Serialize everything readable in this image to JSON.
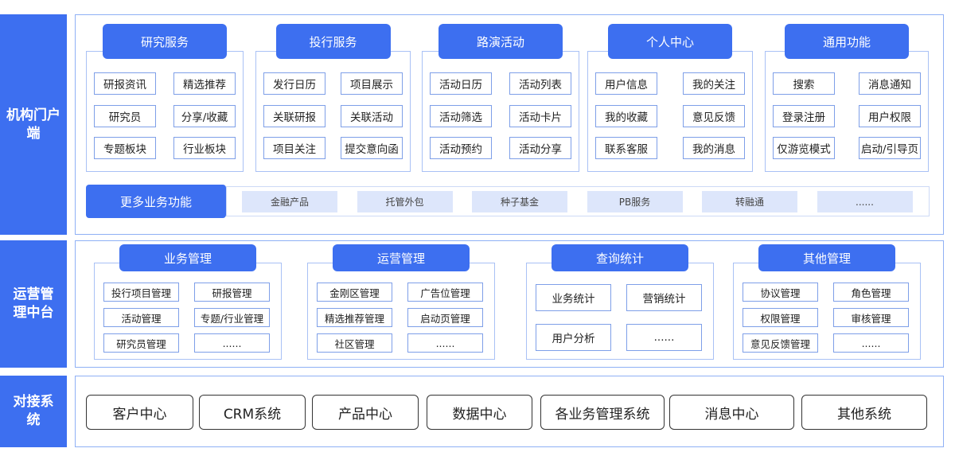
{
  "layers": {
    "portal": "机构门户\n端",
    "ops": "运营管\n理中台",
    "dock": "对接系\n统"
  },
  "portal": {
    "groups": [
      {
        "title": "研究服务",
        "items": [
          "研报资讯",
          "精选推荐",
          "研究员",
          "分享/收藏",
          "专题板块",
          "行业板块"
        ]
      },
      {
        "title": "投行服务",
        "items": [
          "发行日历",
          "项目展示",
          "关联研报",
          "关联活动",
          "项目关注",
          "提交意向函"
        ]
      },
      {
        "title": "路演活动",
        "items": [
          "活动日历",
          "活动列表",
          "活动筛选",
          "活动卡片",
          "活动预约",
          "活动分享"
        ]
      },
      {
        "title": "个人中心",
        "items": [
          "用户信息",
          "我的关注",
          "我的收藏",
          "意见反馈",
          "联系客服",
          "我的消息"
        ]
      },
      {
        "title": "通用功能",
        "items": [
          "搜索",
          "消息通知",
          "登录注册",
          "用户权限",
          "仅游览模式",
          "启动/引导页"
        ]
      }
    ],
    "more": {
      "label": "更多业务功能",
      "items": [
        "金融产品",
        "托管外包",
        "种子基金",
        "PB服务",
        "转融通",
        "......"
      ]
    }
  },
  "ops": {
    "groups": [
      {
        "title": "业务管理",
        "items": [
          "投行项目管理",
          "研报管理",
          "活动管理",
          "专题/行业管理",
          "研究员管理",
          "......"
        ]
      },
      {
        "title": "运营管理",
        "items": [
          "金刚区管理",
          "广告位管理",
          "精选推荐管理",
          "启动页管理",
          "社区管理",
          "......"
        ]
      },
      {
        "title": "查询统计",
        "items": [
          "业务统计",
          "营销统计",
          "用户分析",
          "......"
        ]
      },
      {
        "title": "其他管理",
        "items": [
          "协议管理",
          "角色管理",
          "权限管理",
          "审核管理",
          "意见反馈管理",
          "......"
        ]
      }
    ]
  },
  "dock": {
    "items": [
      "客户中心",
      "CRM系统",
      "产品中心",
      "数据中心",
      "各业务管理系统",
      "消息中心",
      "其他系统"
    ]
  }
}
